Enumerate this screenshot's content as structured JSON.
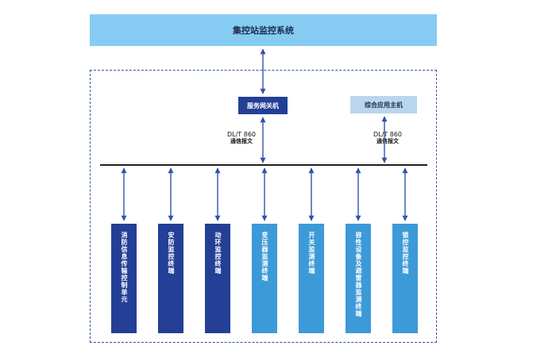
{
  "title": "集控站监控系统",
  "gateway": "服务网关机",
  "app_host": "综合应用主机",
  "protocol_left": {
    "line1": "DL/T 860",
    "line2": "通信报文"
  },
  "protocol_right": {
    "line1": "DL/T 860",
    "line2": "通信报文"
  },
  "terminals": [
    {
      "label": "消防信息传输控制单元",
      "color": "#233f96"
    },
    {
      "label": "安防监控终端",
      "color": "#233f96"
    },
    {
      "label": "动环监控终端",
      "color": "#233f96"
    },
    {
      "label": "变压器监测终端",
      "color": "#3c9ad8"
    },
    {
      "label": "开关监测终端",
      "color": "#3c9ad8"
    },
    {
      "label": "容性设备及避雷器监测终端",
      "color": "#3c9ad8"
    },
    {
      "label": "锁控监控终端",
      "color": "#3c9ad8"
    }
  ],
  "colors": {
    "dark_box": "#233f96",
    "light_box": "#3c9ad8",
    "top_bar": "#86ccf2",
    "app_host": "#b9d6ec",
    "arrow": "#2f55a4"
  }
}
